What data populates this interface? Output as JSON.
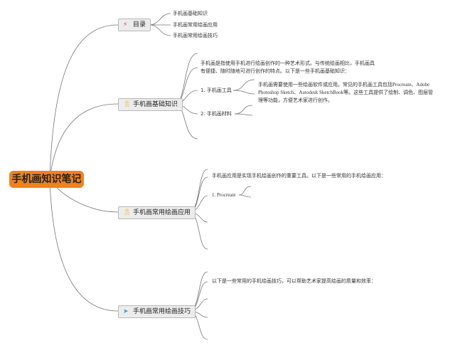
{
  "root": {
    "label": "手机画知识笔记",
    "color": "#f0821e"
  },
  "branches": [
    {
      "label": "目录",
      "icon": "magic-wand-icon",
      "children": [
        "手机画基础知识",
        "手机画常用绘画应用",
        "手机画常用绘画技巧"
      ]
    },
    {
      "label": "手机画基础知识",
      "icon": "ribbon-badge-icon",
      "intro": "手机画是指使用手机进行绘画创作的一种艺术形式。与传统绘画相比，手机画具有便捷、随时随地可进行创作的特点。以下是一些手机画基础知识：",
      "items": [
        {
          "label": "1. 手机画工具",
          "detail": "手机画需要使用一些绘画软件或应用。常见的手机画工具包括Procreate、Adobe Photoshop Sketch、Autodesk SketchBook等。这些工具提供了绘制、调色、图层管理等功能，方便艺术家进行创作。"
        },
        {
          "label": "2. 手机画材料"
        }
      ]
    },
    {
      "label": "手机画常用绘画应用",
      "icon": "ribbon-badge-icon",
      "intro": "手机画应用是实现手机绘画创作的重要工具。以下是一些常用的手机绘画应用：",
      "items": [
        {
          "label": "1. Procreate"
        }
      ]
    },
    {
      "label": "手机画常用绘画技巧",
      "icon": "paper-plane-icon",
      "intro": "以下是一些常用的手机绘画技巧，可以帮助艺术家提高绘画的质量和效率："
    }
  ]
}
